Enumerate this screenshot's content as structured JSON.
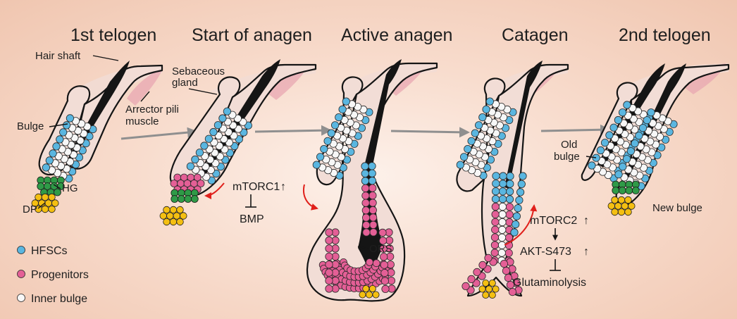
{
  "stages": [
    "1st telogen",
    "Start of anagen",
    "Active anagen",
    "Catagen",
    "2nd telogen"
  ],
  "structure_labels": {
    "hair_shaft": "Hair shaft",
    "sebaceous_1": "Sebaceous",
    "sebaceous_2": "gland",
    "arrector_1": "Arrector pili",
    "arrector_2": "muscle",
    "bulge": "Bulge",
    "hg": "HG",
    "dp": "DP",
    "ors": "ORS",
    "old_bulge_1": "Old",
    "old_bulge_2": "bulge",
    "new_bulge": "New bulge"
  },
  "signaling": {
    "anagen": {
      "mtorc1": "mTORC1",
      "bmp": "BMP"
    },
    "catagen": {
      "mtorc2": "mTORC2",
      "akt": "AKT-S473",
      "glutaminolysis": "Glutaminolysis"
    },
    "up_arrow": "↑"
  },
  "legend": [
    {
      "label": "HFSCs",
      "color": "#5ab6e0"
    },
    {
      "label": "Progenitors",
      "color": "#e45f96"
    },
    {
      "label": "Inner bulge",
      "color": "#f7f7f7"
    }
  ],
  "colors": {
    "hfsc": "#5ab6e0",
    "progenitor": "#e45f96",
    "inner_bulge": "#f7f7f7",
    "hair_germ": "#2f9a47",
    "dermal_papilla": "#f4bf12",
    "muscle": "#e8a7b1",
    "feedback_arrow": "#e0201b",
    "stage_arrow": "#8f8f8f"
  }
}
